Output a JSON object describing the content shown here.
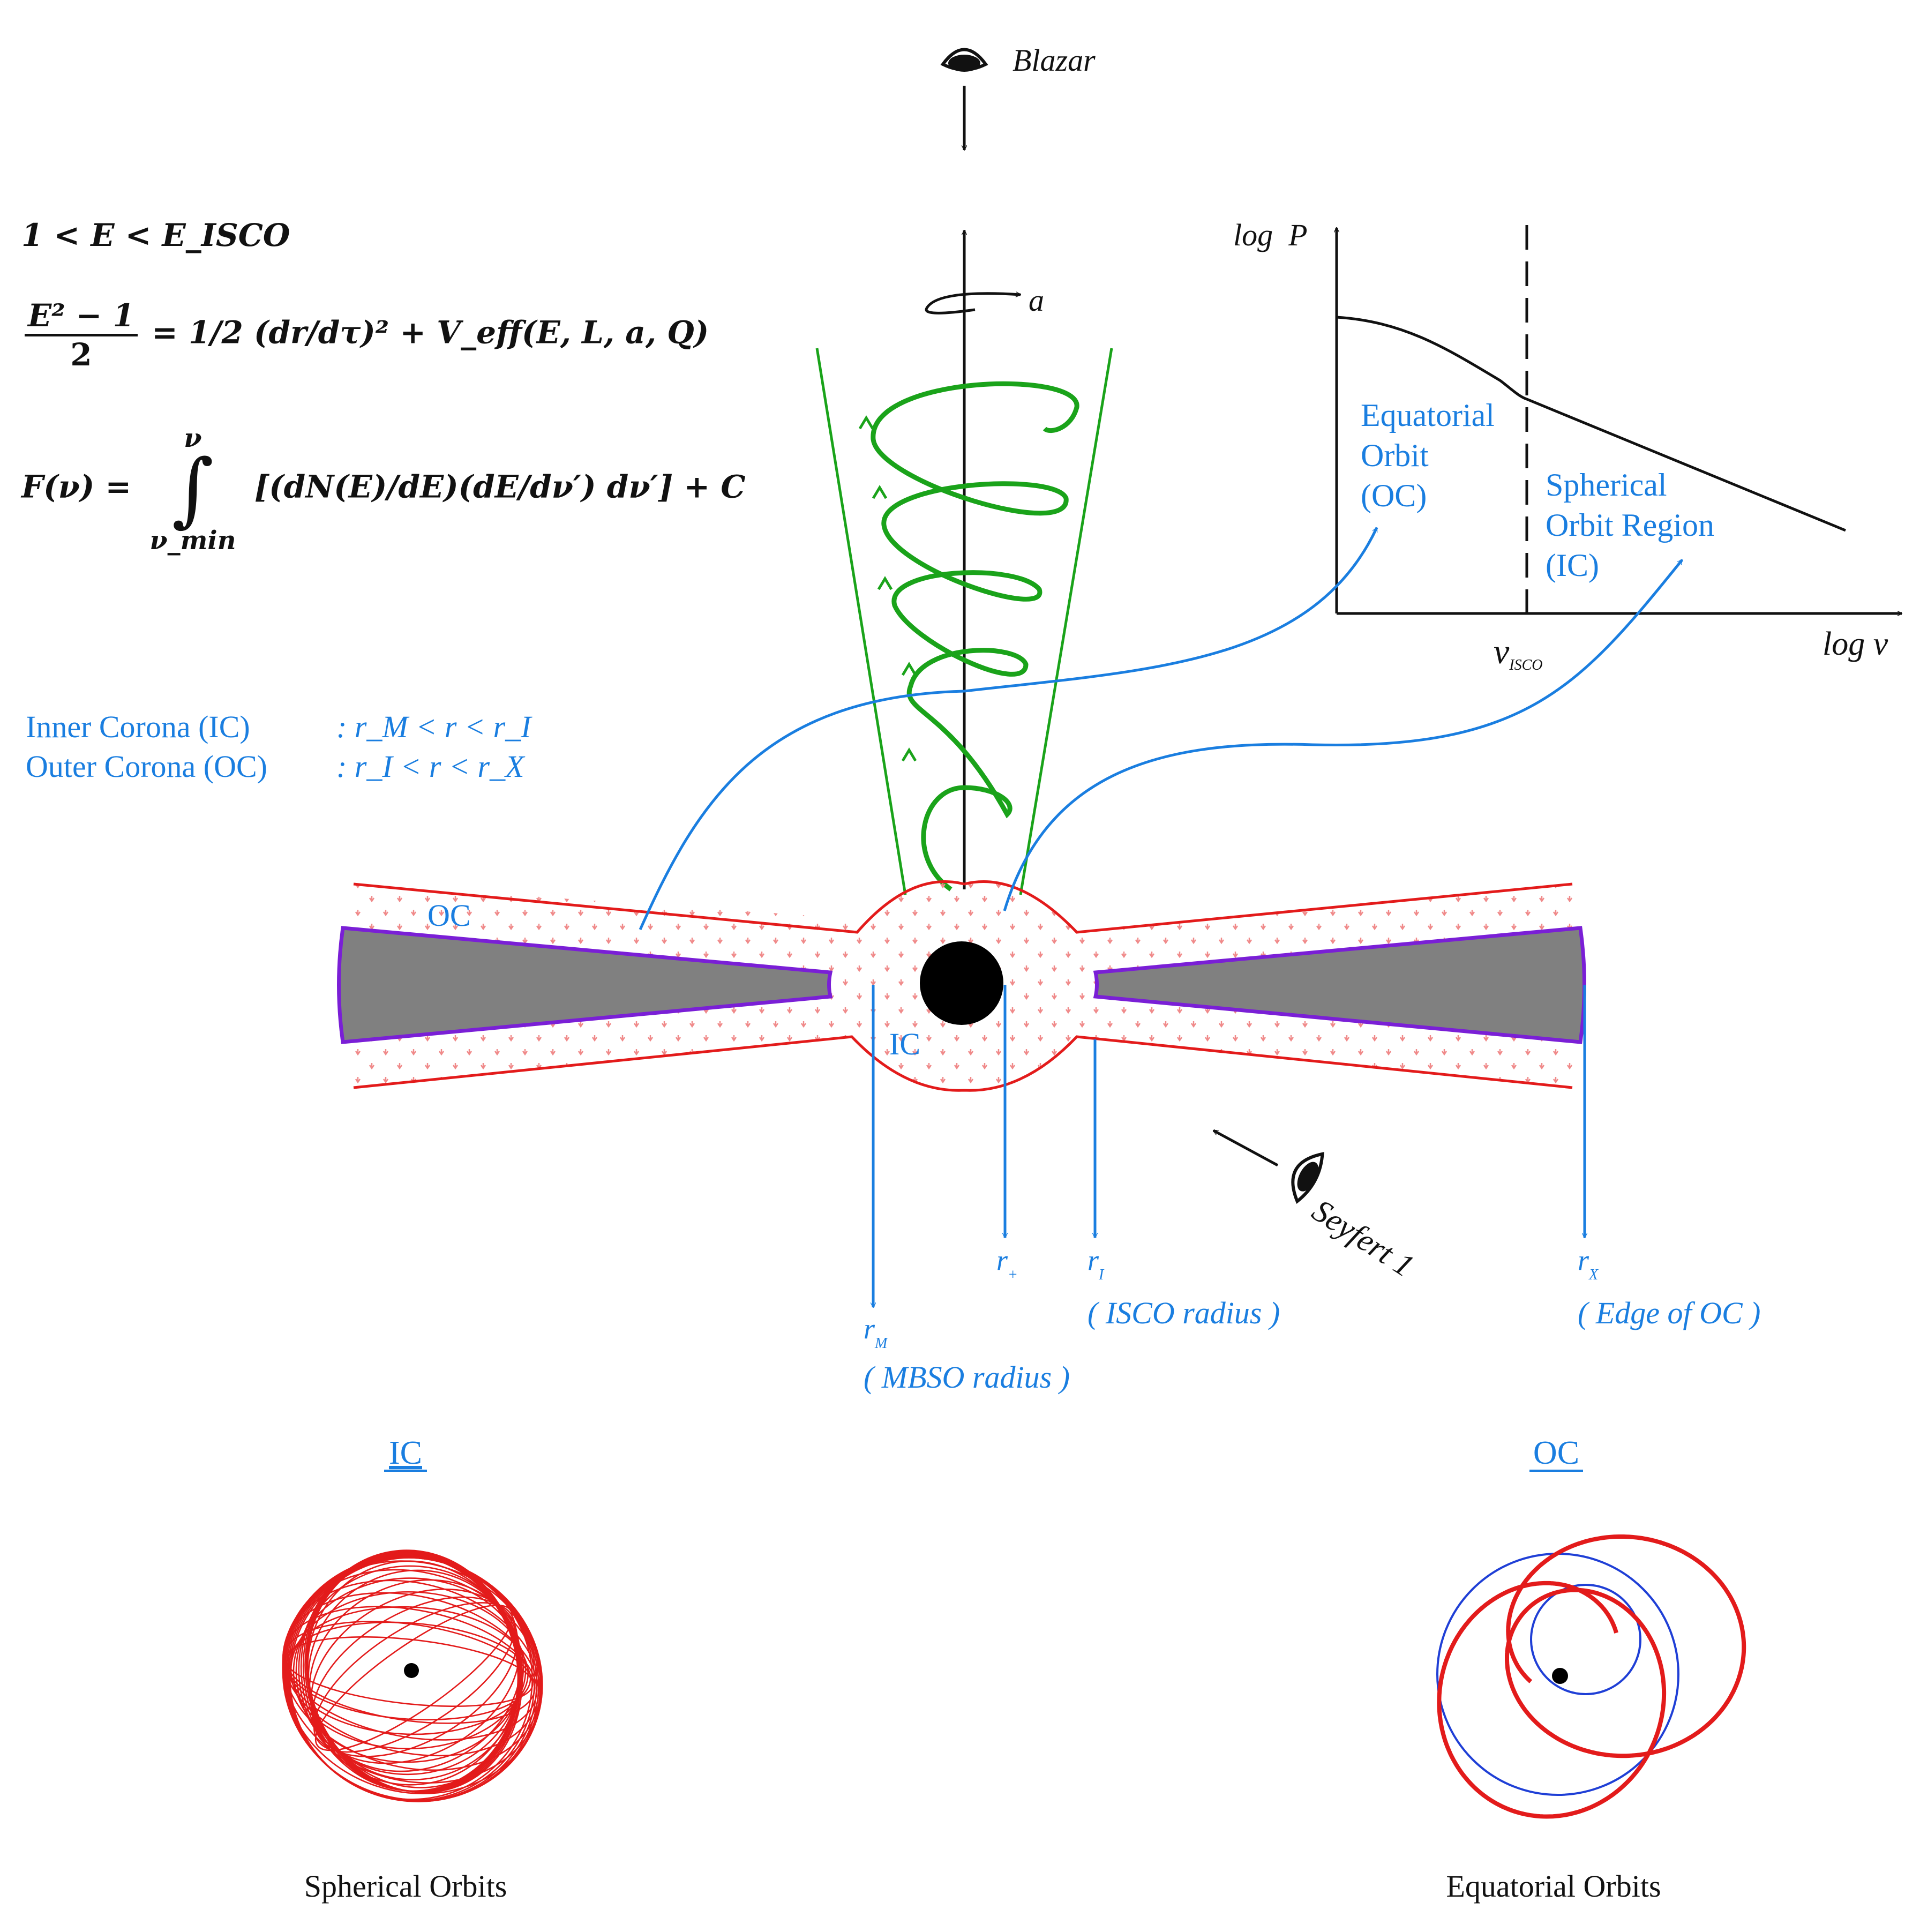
{
  "equations": {
    "energy_bounds": "1 < E < E_ISCO",
    "eq1": {
      "num": "E² − 1",
      "den": "2",
      "rhs": "= 1/2 (dr/dτ)² + V_eff(E, L, a, Q)"
    },
    "eq2": {
      "lhs": "F(ν) =",
      "upper": "ν",
      "lower": "ν_min",
      "integrand": "[(dN(E)/dE)(dE/dν′) dν′] + C"
    }
  },
  "legend": {
    "inner_label": "Inner Corona (IC)",
    "inner_range": ": r_M < r < r_I",
    "outer_label": "Outer Corona (OC)",
    "outer_range": ": r_I < r < r_X"
  },
  "viewers": {
    "top": "Blazar",
    "side": "Seyfert 1"
  },
  "spin_label": "a",
  "corona_labels": {
    "oc": "OC",
    "ic": "IC"
  },
  "radii": {
    "rm": {
      "symbol": "r",
      "sub": "M",
      "desc": "( MBSO radius )"
    },
    "rplus": {
      "symbol": "r",
      "sub": "+"
    },
    "ri": {
      "symbol": "r",
      "sub": "I",
      "desc": "( ISCO radius )"
    },
    "rx": {
      "symbol": "r",
      "sub": "X",
      "desc": "( Edge of OC )"
    }
  },
  "inset_plot": {
    "ylabel": "log  P",
    "xlabel": "log ν",
    "marker": {
      "symbol": "ν",
      "sub": "ISCO"
    },
    "region_left": [
      "Equatorial",
      "Orbit",
      "(OC)"
    ],
    "region_right": [
      "Spherical",
      "Orbit Region",
      "(IC)"
    ]
  },
  "bottom": {
    "ic_heading": "IC",
    "oc_heading": "OC",
    "ic_caption": "Spherical Orbits",
    "oc_caption": "Equatorial Orbits"
  },
  "colors": {
    "blue_text": "#1a7ee0",
    "corona_red": "#e31b1b",
    "jet_green": "#1aa31a",
    "disk_gray": "#808080",
    "disk_edge": "#7a1fd6",
    "orbit_blue": "#1f3fd6"
  }
}
